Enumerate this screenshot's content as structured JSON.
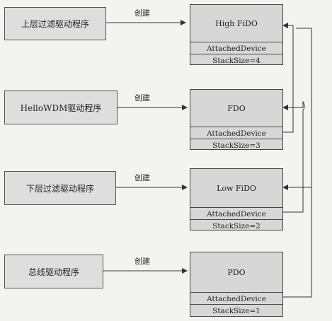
{
  "drivers": [
    {
      "name": "上层过滤驱动程序",
      "arrow_label": "创建"
    },
    {
      "name": "HelloWDM驱动程序",
      "arrow_label": "创建"
    },
    {
      "name": "下层过滤驱动程序",
      "arrow_label": "创建"
    },
    {
      "name": "总线驱动程序",
      "arrow_label": "创建"
    }
  ],
  "devices": [
    {
      "name": "High FiDO",
      "attached": "AttachedDevice",
      "stack": "StackSize=4"
    },
    {
      "name": "FDO",
      "attached": "AttachedDevice",
      "stack": "StackSize=3"
    },
    {
      "name": "Low FiDO",
      "attached": "AttachedDevice",
      "stack": "StackSize=2"
    },
    {
      "name": "PDO",
      "attached": "AttachedDevice",
      "stack": "StackSize=1"
    }
  ]
}
